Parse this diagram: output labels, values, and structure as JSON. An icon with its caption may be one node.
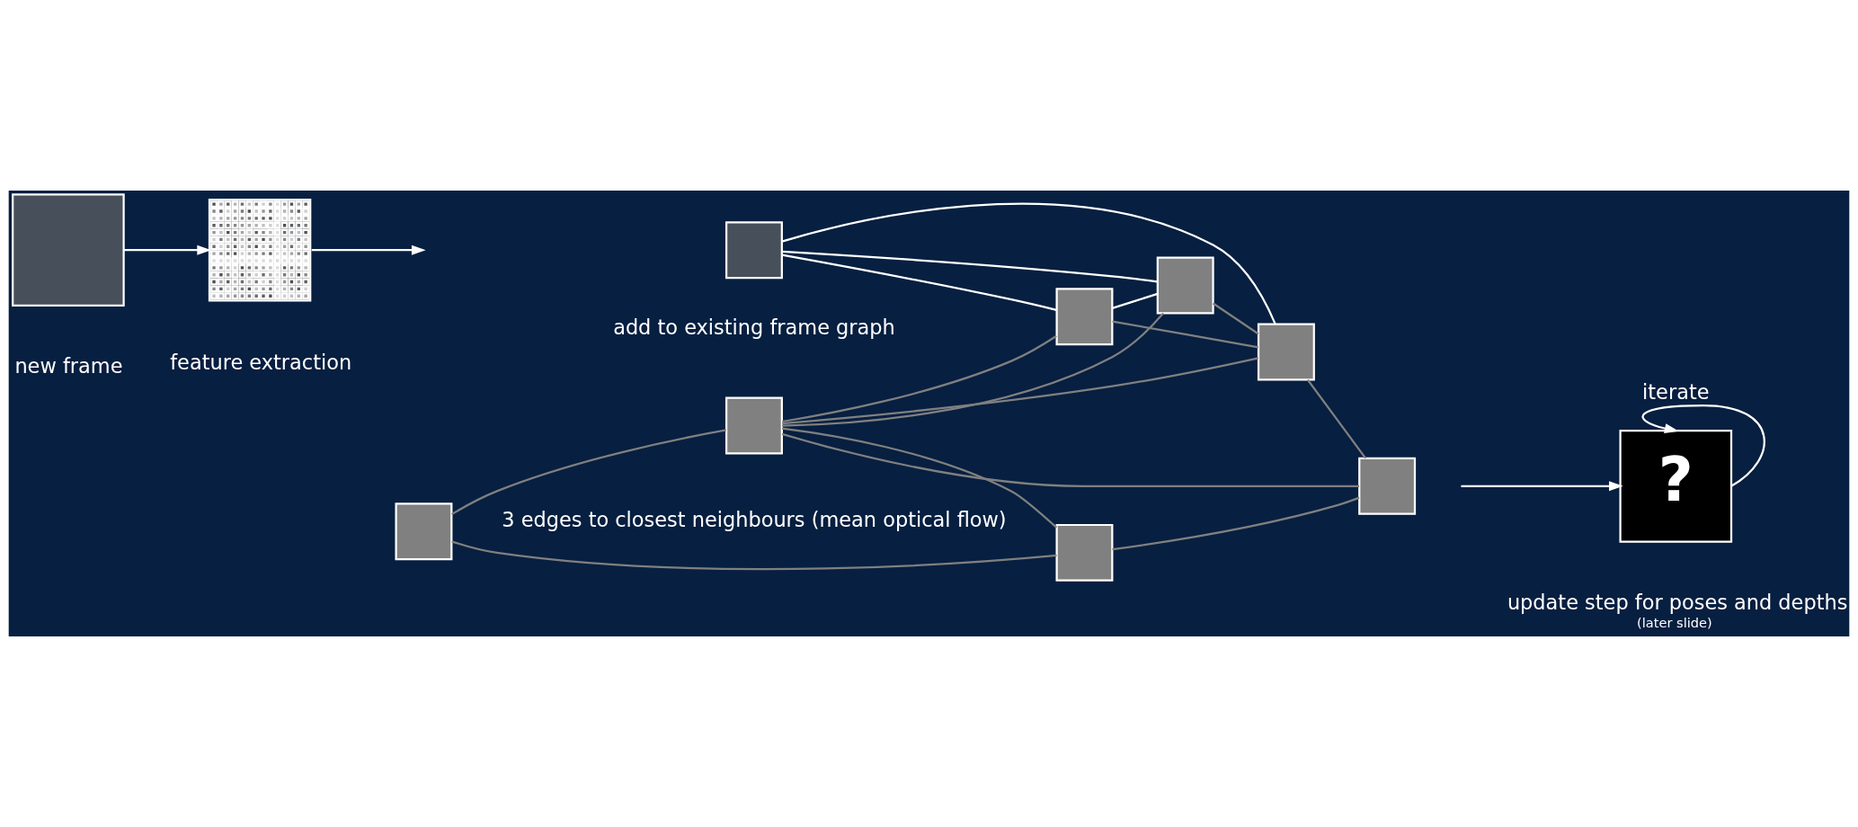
{
  "diagram": {
    "nodes": [
      {
        "text": [],
        "shape": "box",
        "beside": [
          "new frame"
        ]
      },
      {
        "text": [],
        "shape": "picture",
        "beside": [
          "feature extraction"
        ]
      },
      {
        "text": [],
        "shape": "box"
      },
      {
        "text": [],
        "shape": "box"
      },
      {
        "text": [],
        "shape": "box"
      },
      {
        "text": [],
        "shape": "box"
      },
      {
        "text": [],
        "shape": "box"
      },
      {
        "text": [],
        "shape": "box"
      },
      {
        "text": [],
        "shape": "box"
      },
      {
        "text": [],
        "shape": "box"
      },
      {
        "text": [
          "?"
        ],
        "beside": [
          "update step for poses and depths",
          "(later slide)"
        ]
      }
    ],
    "edges": [
      {
        "from": 0,
        "to": 1,
        "arrow": "to",
        "color": "#ffffff"
      },
      {
        "from": 1,
        "to": null,
        "arrow": "to",
        "color": "#ffffff"
      },
      {
        "from": 2,
        "to": 3,
        "arrow": "none"
      },
      {
        "from": 2,
        "to": 4,
        "arrow": "none"
      },
      {
        "from": 4,
        "to": 3,
        "arrow": "none"
      },
      {
        "from": 3,
        "to": 6,
        "arrow": "none"
      },
      {
        "from": 4,
        "to": 6,
        "arrow": "none"
      },
      {
        "from": 4,
        "to": 7,
        "arrow": "none"
      },
      {
        "from": 4,
        "to": 9,
        "arrow": "none"
      },
      {
        "from": 4,
        "to": 8,
        "arrow": "none"
      },
      {
        "from": 5,
        "to": 7,
        "arrow": "none",
        "color": "#ffffff"
      },
      {
        "from": 5,
        "to": 9,
        "arrow": "none",
        "color": "#ffffff"
      },
      {
        "from": 5,
        "to": 8,
        "arrow": "none",
        "color": "#ffffff"
      },
      {
        "from": 7,
        "to": 9,
        "arrow": "none",
        "color": "#ffffff"
      },
      {
        "from": 7,
        "to": 8,
        "arrow": "none"
      },
      {
        "from": 9,
        "to": 8,
        "arrow": "none"
      },
      {
        "from": 8,
        "to": 6,
        "arrow": "none"
      },
      {
        "from": null,
        "to": 10,
        "arrow": "to",
        "color": "#ffffff"
      },
      {
        "from": 10,
        "to": 10,
        "label": "iterate",
        "arrow": "to",
        "color": "#ffffff"
      }
    ],
    "labels": [
      "add to existing frame graph",
      "3 edges to closest neighbours (mean optical flow)"
    ]
  }
}
